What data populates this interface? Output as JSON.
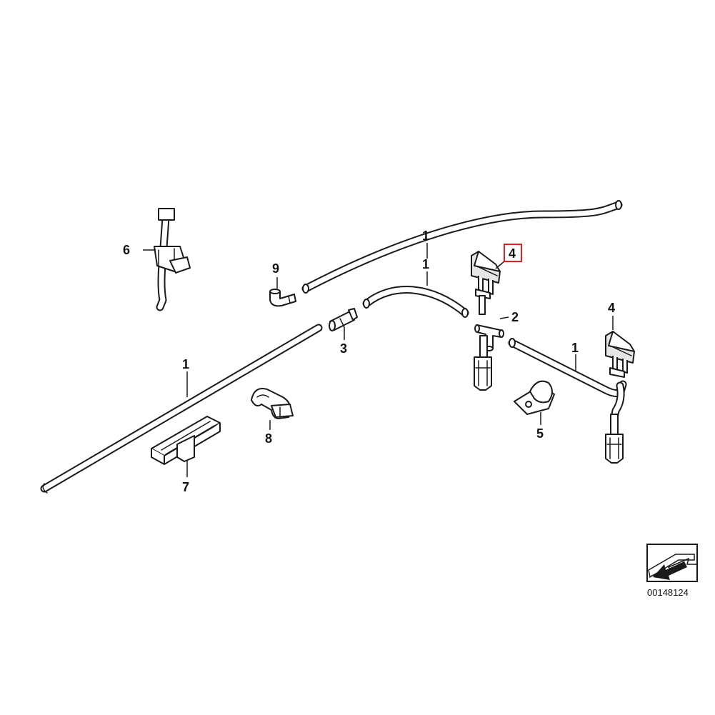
{
  "diagram": {
    "callouts": {
      "hose_main_left": "1",
      "hose_top_middle": "1",
      "hose_right": "1",
      "t_piece": "2",
      "connector_straight": "3",
      "nozzle_highlighted": "4",
      "nozzle_right": "4",
      "holder_clip_right": "5",
      "cable_clip": "6",
      "hose_holder": "7",
      "hose_clamp": "8",
      "elbow_connector": "9"
    },
    "highlighted_part": "4",
    "highlight_color": "#e02020",
    "reference_code": "00148124",
    "reference_icon": "direction-arrow-icon"
  }
}
